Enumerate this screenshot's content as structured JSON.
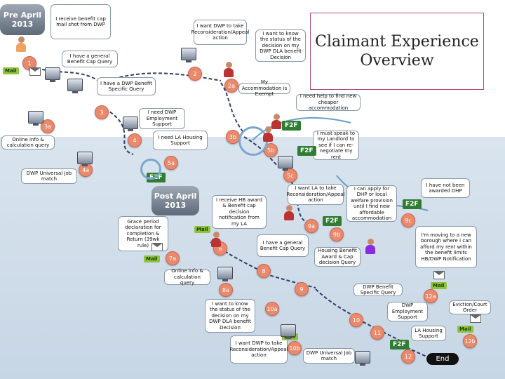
{
  "title": {
    "line1": "Claimant Experience",
    "line2": "Overview"
  },
  "labels": {
    "pre": "Pre April 2013",
    "post": "Post April 2013",
    "end": "End",
    "mail": "Mail",
    "f2f": "F2F"
  },
  "boxes": {
    "b1": "I receive benefit cap mail shot from DWP",
    "b2": "I have a general Benefit Cap Query",
    "b3": "I want DWP to take Reconsideration/Appeal action",
    "b4": "I want to know the status of the decision on my DWP DLA benefit Decision",
    "b5": "I have a DWP Benefit Specific Query",
    "b6": "My Accommodation is Exempt",
    "b7": "I need help to find new cheaper accommodation",
    "b8": "I need DWP Employment Support",
    "b9": "I need LA Housing Support",
    "b10": "Online info & calculation query",
    "b11": "I must speak to my Landlord to see if I can re-negotiate my rent",
    "b12": "DWP Universal Job match",
    "b13": "I want LA to take Reconsideration/Appeal action",
    "b14": "I can apply for DHP or local welfare provision until I find new affordable accommodation",
    "b15": "I have not been awarded DHP",
    "b16": "I receive HB award & Benefit cap decision notification from my LA",
    "b17": "Grace period declaration for completion & Return (39wk rule)",
    "b18": "I have a general Benefit Cap Query",
    "b19": "Housing Benefit Award & Cap decision Query",
    "b20": "I'm moving to a new borough where I can afford my rent within the benefit limits HB/DWP Notification",
    "b21": "Online info & calculation query",
    "b22": "DWP Benefit Specific Query",
    "b23": "I want to know the status of the decision on my DWP DLA benefit Decision",
    "b24": "DWP Employment Support",
    "b25": "Eviction/Court Order",
    "b26": "LA Housing Support",
    "b27": "I want DWP to take Reconsideration/Appeal action",
    "b28": "DWP Universal Job match"
  },
  "badges": {
    "n1": "1",
    "n2": "2",
    "n3": "3",
    "n3a": "3a",
    "n3b": "3b",
    "n4": "4",
    "n4a": "4a",
    "n5a": "5a",
    "n5b": "5b",
    "n5c": "5c",
    "n6": "6",
    "n7a": "7a",
    "n8": "8",
    "n8a": "8a",
    "n9": "9",
    "n9a": "9a",
    "n9b": "9b",
    "n9c": "9c",
    "n10": "10",
    "n10a": "10a",
    "n10b": "10b",
    "n11": "11",
    "n12": "12",
    "n12a": "12a",
    "n12b": "12b",
    "n2a": "2a"
  }
}
